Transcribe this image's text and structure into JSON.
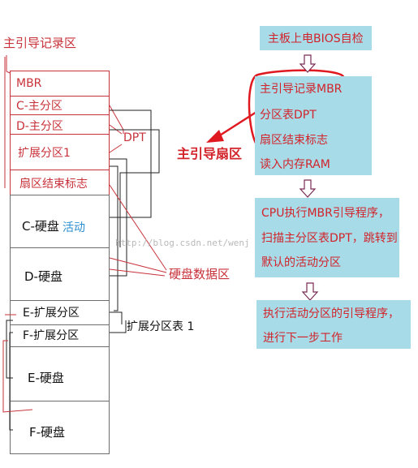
{
  "left": {
    "title": "主引导记录区",
    "rows": {
      "mbr": "MBR",
      "c_primary": "C-主分区",
      "d_primary": "D-主分区",
      "extended": "扩展分区1",
      "signature": "扇区结束标志",
      "c_disk": "C-硬盘",
      "active": "活动",
      "d_disk": "D-硬盘",
      "e_ext": "E-扩展分区",
      "f_ext": "F-扩展分区",
      "e_disk": "E-硬盘",
      "f_disk": "F-硬盘"
    },
    "dpt_label": "DPT",
    "disk_data_label": "硬盘数据区",
    "ext_table_label": "扩展分区表 1"
  },
  "callout": "主引导扇区",
  "watermark": "http://blog.csdn.net/wenj",
  "flow": {
    "step1": "主板上电BIOS自检",
    "step2": [
      "主引导记录MBR",
      "分区表DPT",
      "扇区结束标志",
      "读入内存RAM"
    ],
    "step3": [
      "CPU执行MBR引导程序，",
      "扫描主分区表DPT，跳转到",
      "默认的活动分区"
    ],
    "step4": [
      "执行活动分区的引导程序，",
      "进行下一步工作"
    ]
  },
  "colors": {
    "red": "#c8323a",
    "box_fill": "#a7dbe8",
    "active_blue": "#2b8fd0"
  }
}
